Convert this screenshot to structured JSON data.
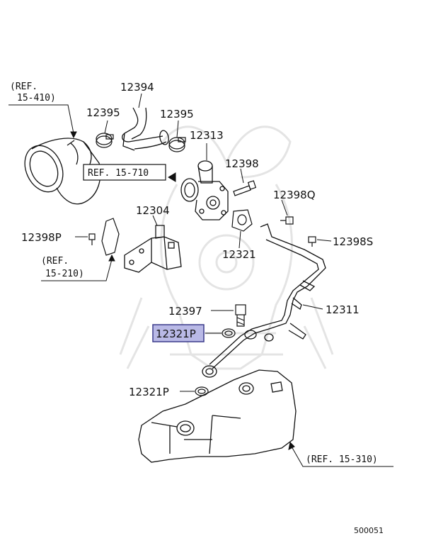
{
  "diagram": {
    "labels": {
      "p12394": "12394",
      "p12395a": "12395",
      "p12395b": "12395",
      "p12313": "12313",
      "p12398": "12398",
      "p12398q": "12398Q",
      "p12304": "12304",
      "p12398p": "12398P",
      "p12321": "12321",
      "p12398s": "12398S",
      "p12397": "12397",
      "p12311": "12311",
      "p12321p_highlight": "12321P",
      "p12321p_lower": "12321P"
    },
    "refs": {
      "ref_15_410_a": "(REF.",
      "ref_15_410_b": "15-410)",
      "ref_15_710": "REF. 15-710",
      "ref_15_210_a": "(REF.",
      "ref_15_210_b": "15-210)",
      "ref_15_310": "(REF. 15-310)"
    },
    "figure_number": "500051",
    "colors": {
      "highlight_fill": "#b9b9e6",
      "highlight_stroke": "#3a3a8a",
      "line": "#111111",
      "watermark": "#e4e4e4"
    }
  }
}
